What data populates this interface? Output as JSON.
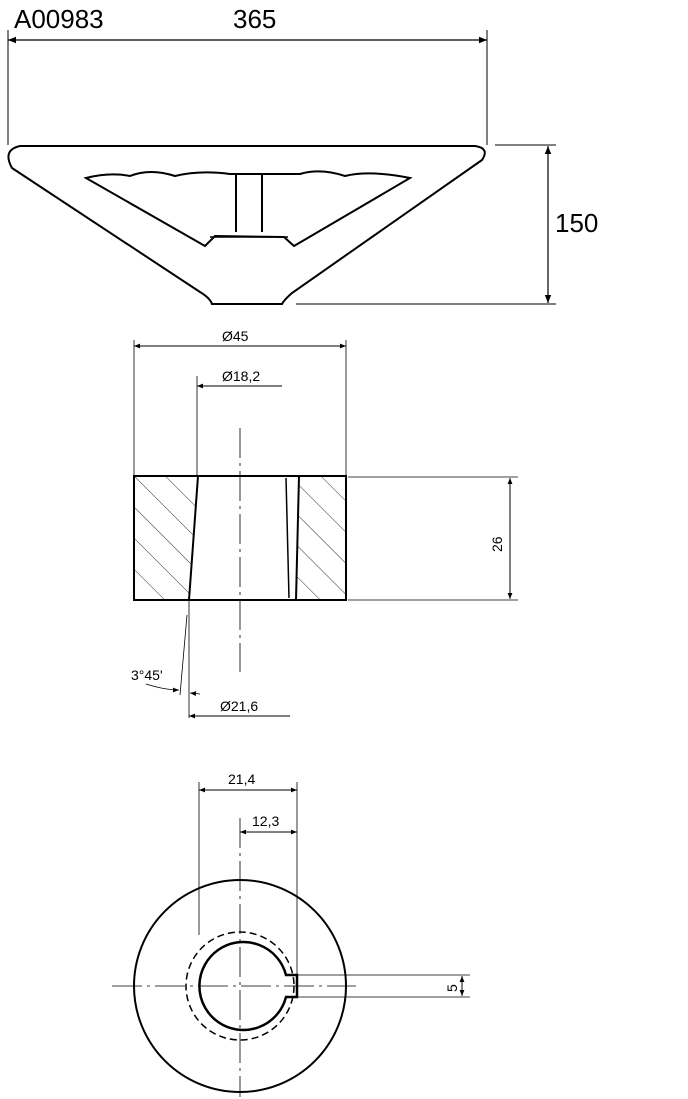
{
  "drawing": {
    "code": "A00983",
    "handwheel": {
      "diameter": "365",
      "height": "150"
    },
    "hub_section": {
      "outer_diameter": "Ø45",
      "bore_top_diameter": "Ø18,2",
      "height": "26",
      "taper_angle": "3°45'",
      "bore_bottom_diameter": "Ø21,6"
    },
    "hub_top_view": {
      "keyway_depth_total": "21,4",
      "center_to_key": "12,3",
      "key_width": "5"
    }
  }
}
